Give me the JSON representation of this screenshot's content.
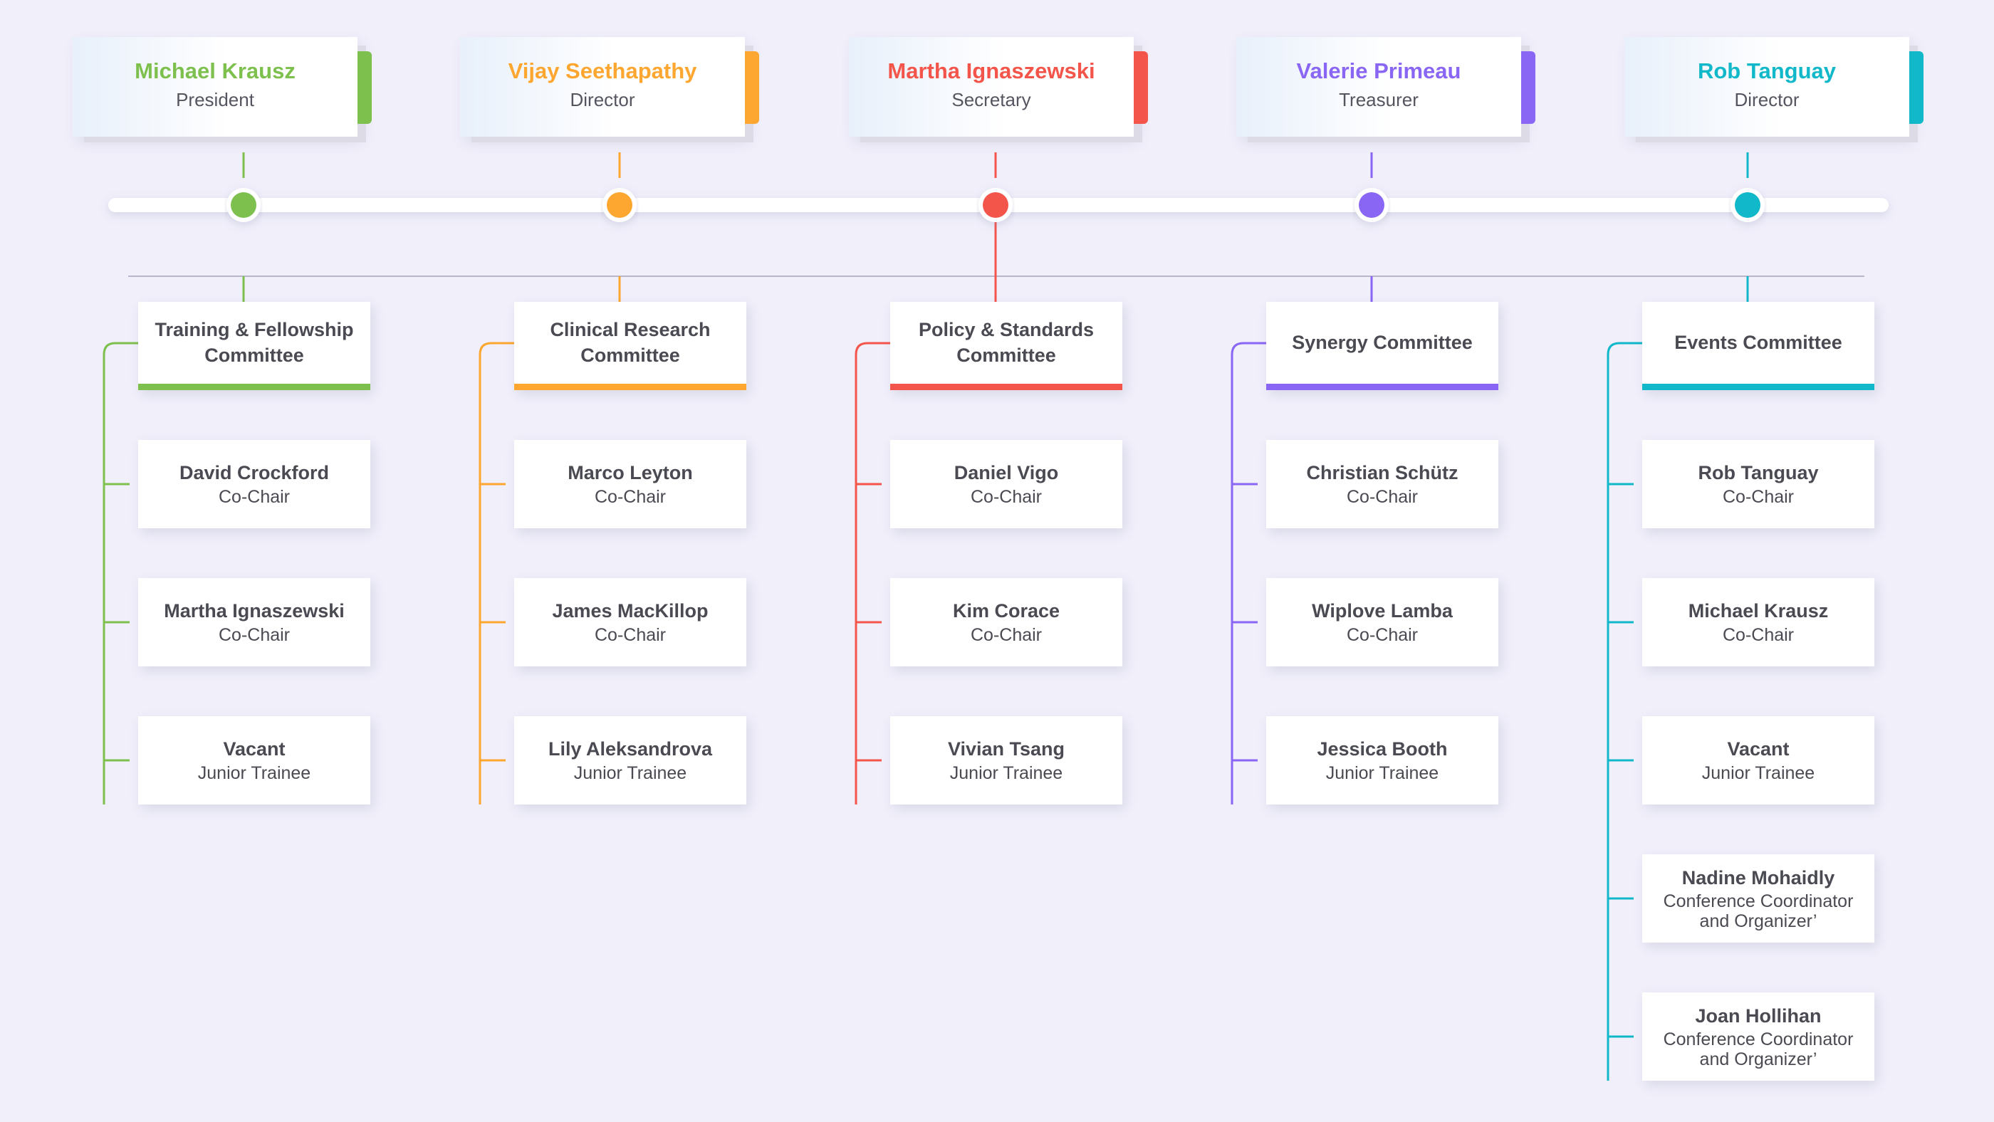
{
  "leaders": [
    {
      "name": "Michael Krausz",
      "role": "President",
      "color": "#7ec04e"
    },
    {
      "name": "Vijay Seethapathy",
      "role": "Director",
      "color": "#fda630"
    },
    {
      "name": "Martha Ignaszewski",
      "role": "Secretary",
      "color": "#f4554b"
    },
    {
      "name": "Valerie Primeau",
      "role": "Treasurer",
      "color": "#8a66f4"
    },
    {
      "name": "Rob Tanguay",
      "role": "Director",
      "color": "#10b8c9"
    }
  ],
  "committees": [
    {
      "title": "Training & Fellowship Committee",
      "color": "#7ec04e",
      "members": [
        {
          "name": "David Crockford",
          "role": "Co-Chair"
        },
        {
          "name": "Martha Ignaszewski",
          "role": "Co-Chair"
        },
        {
          "name": "Vacant",
          "role": "Junior Trainee"
        }
      ]
    },
    {
      "title": "Clinical Research Committee",
      "color": "#fda630",
      "members": [
        {
          "name": "Marco Leyton",
          "role": "Co-Chair"
        },
        {
          "name": "James MacKillop",
          "role": "Co-Chair"
        },
        {
          "name": "Lily Aleksandrova",
          "role": "Junior Trainee"
        }
      ]
    },
    {
      "title": "Policy & Standards Committee",
      "color": "#f4554b",
      "members": [
        {
          "name": "Daniel Vigo",
          "role": "Co-Chair"
        },
        {
          "name": "Kim Corace",
          "role": "Co-Chair"
        },
        {
          "name": "Vivian Tsang",
          "role": "Junior Trainee"
        }
      ]
    },
    {
      "title": "Synergy Committee",
      "color": "#8a66f4",
      "members": [
        {
          "name": "Christian Schütz",
          "role": "Co-Chair"
        },
        {
          "name": "Wiplove Lamba",
          "role": "Co-Chair"
        },
        {
          "name": "Jessica Booth",
          "role": "Junior Trainee"
        }
      ]
    },
    {
      "title": "Events Committee",
      "color": "#10b8c9",
      "members": [
        {
          "name": "Rob Tanguay",
          "role": "Co-Chair"
        },
        {
          "name": "Michael Krausz",
          "role": "Co-Chair"
        },
        {
          "name": "Vacant",
          "role": "Junior Trainee"
        },
        {
          "name": "Nadine Mohaidly",
          "role": "Conference Coordinator and Organizer’"
        },
        {
          "name": "Joan Hollihan",
          "role": "Conference Coordinator and Organizer’"
        }
      ]
    }
  ]
}
